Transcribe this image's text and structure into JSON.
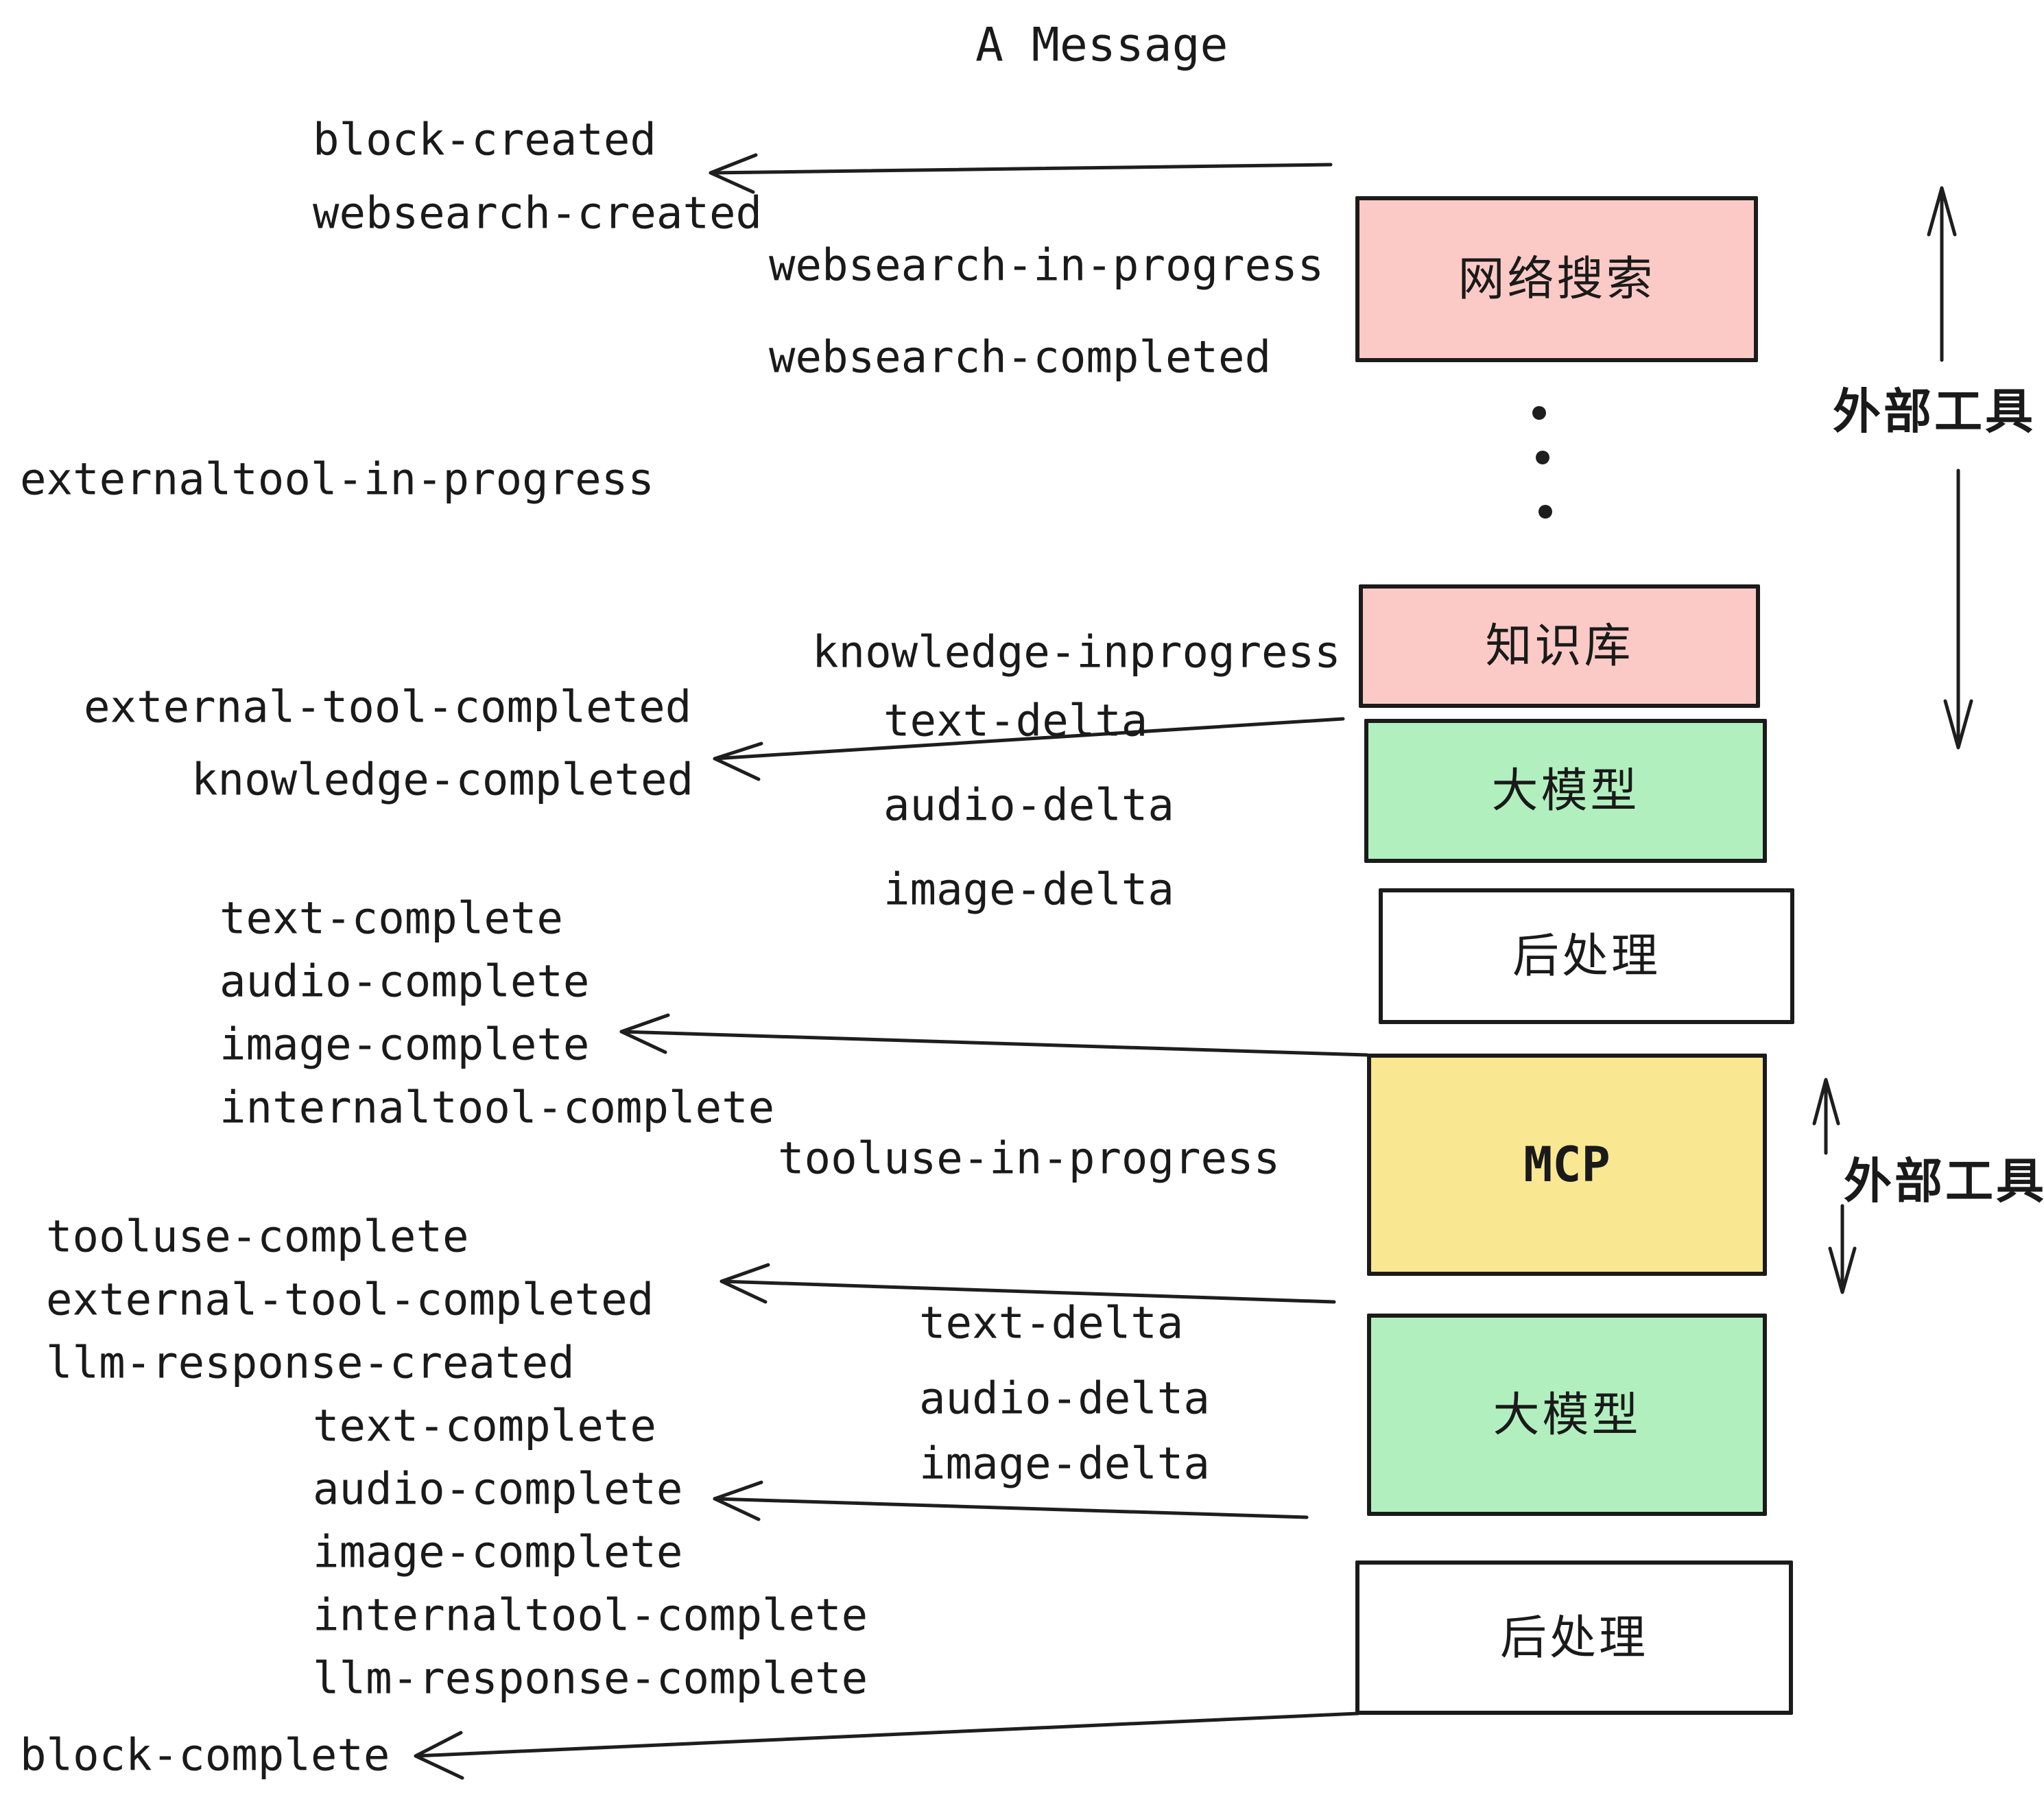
{
  "title": "A Message",
  "colors": {
    "box_pink": "#fbcac6",
    "box_green": "#b1f0be",
    "box_yellow": "#fae791",
    "box_white": "#ffffff",
    "ink": "#1e1e1e"
  },
  "events": {
    "block_created": "block-created",
    "websearch_created": "websearch-created",
    "websearch_in_progress": "websearch-in-progress",
    "websearch_completed": "websearch-completed",
    "externaltool_in_progress": "externaltool-in-progress",
    "knowledge_inprogress": "knowledge-inprogress",
    "external_tool_completed": "external-tool-completed",
    "knowledge_completed": "knowledge-completed",
    "text_delta": "text-delta",
    "audio_delta": "audio-delta",
    "image_delta": "image-delta",
    "text_complete": "text-complete",
    "audio_complete": "audio-complete",
    "image_complete": "image-complete",
    "internaltool_complete": "internaltool-complete",
    "tooluse_in_progress": "tooluse-in-progress",
    "tooluse_complete": "tooluse-complete",
    "llm_response_created": "llm-response-created",
    "llm_response_complete": "llm-response-complete",
    "block_complete": "block-complete"
  },
  "boxes": {
    "websearch": {
      "label": "网络搜索"
    },
    "knowledge": {
      "label": "知识库"
    },
    "llm_top": {
      "label": "大模型"
    },
    "postprocess_top": {
      "label": "后处理"
    },
    "mcp": {
      "label": "MCP"
    },
    "llm_bottom": {
      "label": "大模型"
    },
    "postprocess_bottom": {
      "label": "后处理"
    }
  },
  "annotations": {
    "external_tools_top": "外部工具",
    "external_tools_mcp": "外部工具"
  }
}
